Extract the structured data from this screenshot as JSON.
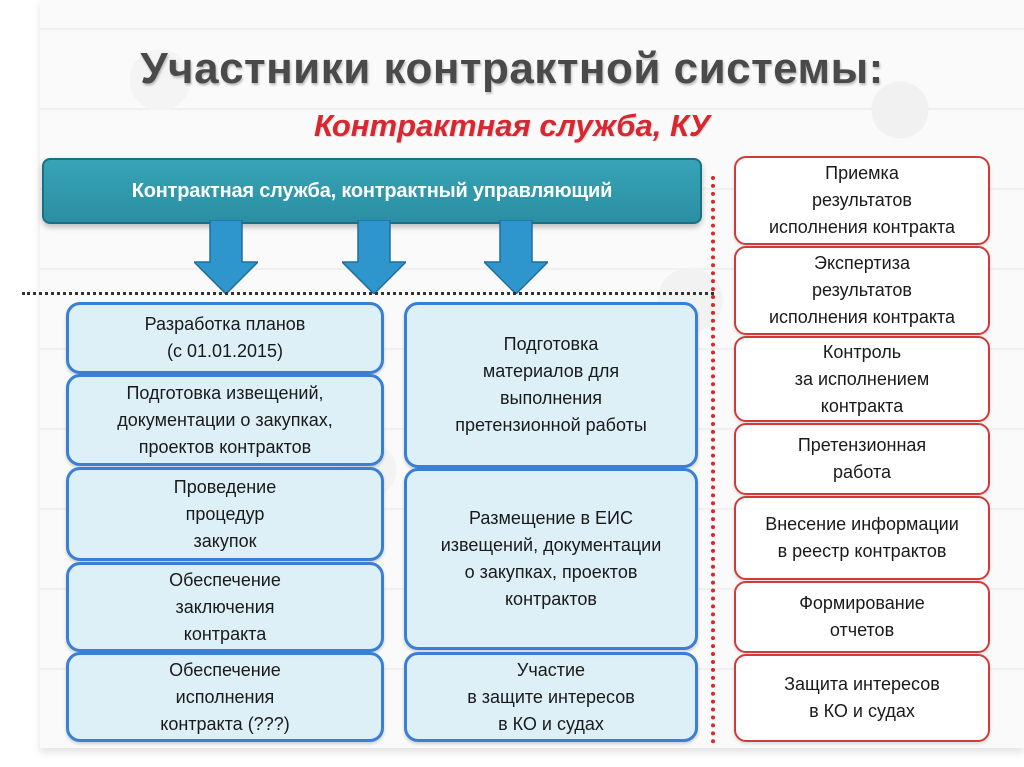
{
  "title": "Участники контрактной системы:",
  "subtitle": "Контрактная служба, КУ",
  "header": "Контрактная служба, контрактный управляющий",
  "left_column": [
    "Разработка планов\n(с 01.01.2015)",
    "Подготовка извещений,\nдокументации о закупках,\nпроектов контрактов",
    "Проведение\nпроцедур\nзакупок",
    "Обеспечение\nзаключения\nконтракта",
    "Обеспечение\nисполнения\nконтракта (???)"
  ],
  "middle_column": [
    "Подготовка\nматериалов для\nвыполнения\nпретензионной работы",
    "Размещение в ЕИС\nизвещений, документации\nо закупках, проектов\nконтрактов",
    "Участие\nв защите интересов\nв КО и судах"
  ],
  "right_column": [
    "Приемка\nрезультатов\nисполнения контракта",
    "Экспертиза\nрезультатов\nисполнения контракта",
    "Контроль\nза исполнением\nконтракта",
    "Претензионная\nработа",
    "Внесение информации\nв реестр контрактов",
    "Формирование\nотчетов",
    "Защита интересов\nв КО и судах"
  ],
  "colors": {
    "header_fill": "#2b8fa3",
    "title_red": "#d9262f",
    "blue_border": "#3a7fd6",
    "blue_fill": "#ddf0f7",
    "red_border": "#d23a3a"
  }
}
